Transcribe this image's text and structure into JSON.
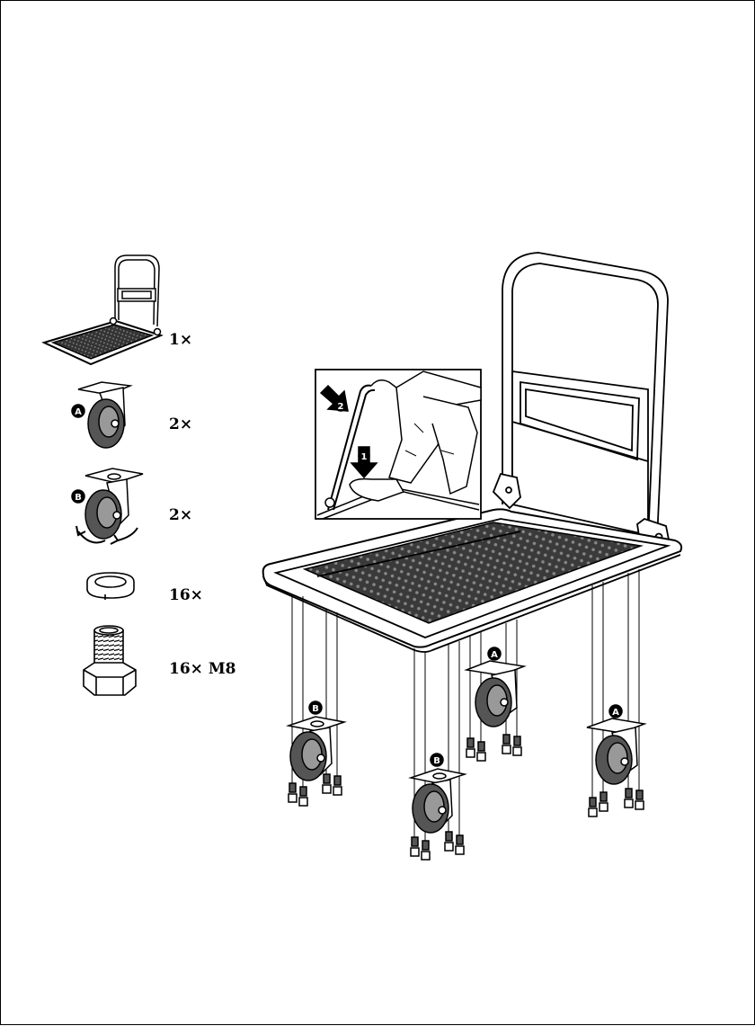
{
  "parts": [
    {
      "qty": "1×",
      "icon": "cart-frame-icon"
    },
    {
      "qty": "2×",
      "icon": "fixed-caster-icon",
      "letter": "A"
    },
    {
      "qty": "2×",
      "icon": "swivel-caster-icon",
      "letter": "B"
    },
    {
      "qty": "16×",
      "icon": "spring-washer-icon"
    },
    {
      "qty": "16× M8",
      "icon": "bolt-icon"
    }
  ],
  "callouts": {
    "step1": "1",
    "step2": "2",
    "caster_a": "A",
    "caster_b": "B"
  }
}
